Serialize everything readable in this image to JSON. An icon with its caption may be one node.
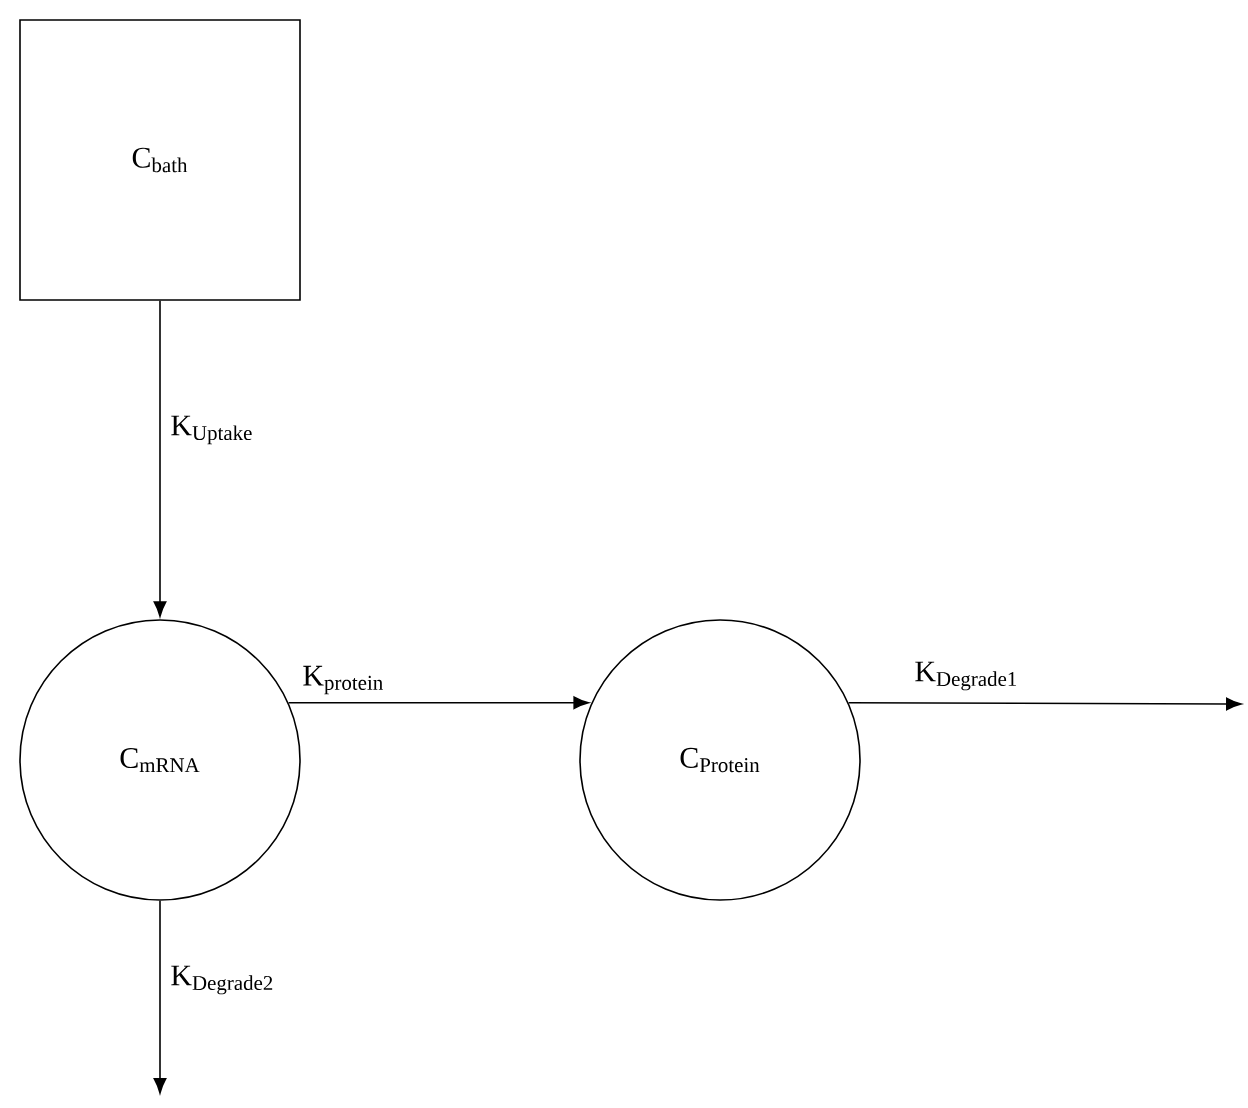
{
  "diagram": {
    "nodes": [
      {
        "text": [
          "C$_{bath}$"
        ]
      },
      {
        "text": [
          "C$_{mRNA}$"
        ]
      },
      {
        "text": [
          "C$_{Protein}$"
        ]
      }
    ],
    "edges": [
      {
        "from": 0,
        "to": 1,
        "arrow": "to",
        "label": "K$_{Uptake}$"
      },
      {
        "from": 1,
        "to": 2,
        "arrow": "to",
        "label": "K$_{protein}$"
      },
      {
        "from": 2,
        "to": null,
        "arrow": "to",
        "label": "K$_{Degrade1}$"
      },
      {
        "from": 1,
        "to": null,
        "arrow": "to",
        "label": "K$_{Degrade2}$"
      }
    ]
  }
}
